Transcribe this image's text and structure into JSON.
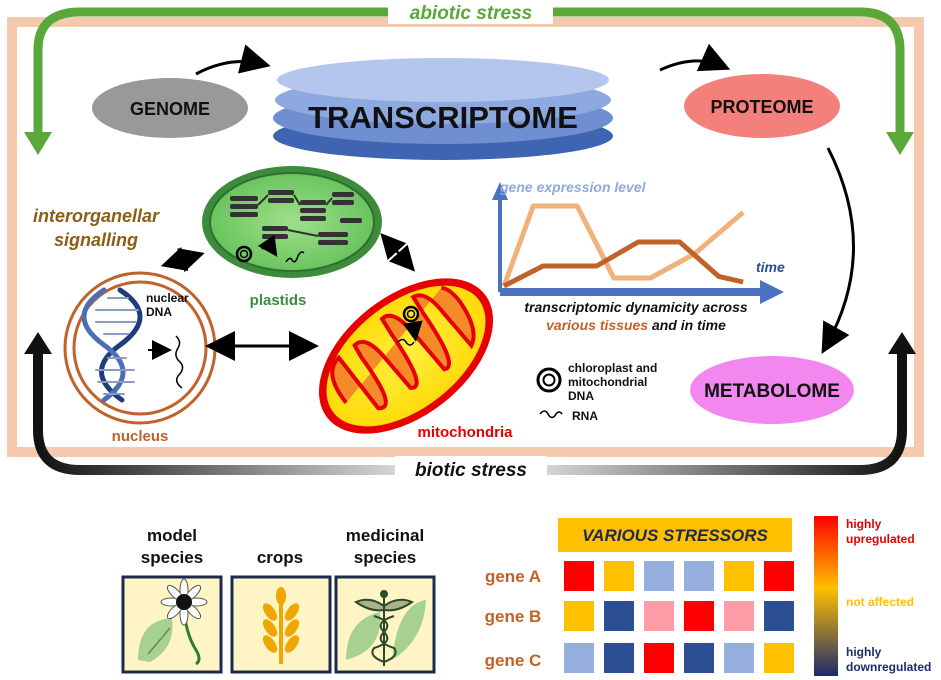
{
  "stress": {
    "abiotic": "abiotic stress",
    "biotic": "biotic stress"
  },
  "omics": {
    "genome": "GENOME",
    "transcriptome": "TRANSCRIPTOME",
    "proteome": "PROTEOME",
    "metabolome": "METABOLOME"
  },
  "signalling": {
    "line1": "interorganellar",
    "line2": "signalling"
  },
  "organelles": {
    "plastids": "plastids",
    "nucleus": "nucleus",
    "mitochondria": "mitochondria",
    "nuclear_line1": "nuclear",
    "nuclear_line2": "DNA"
  },
  "legend": {
    "dna_line1": "chloroplast and",
    "dna_line2": "mitochondrial",
    "dna_line3": "DNA",
    "rna": "RNA"
  },
  "expression_chart": {
    "y_label": "gene expression level",
    "x_label": "time",
    "caption_part1": "transcriptomic dynamicity across",
    "caption_highlight": "various tissues",
    "caption_part2": " and in time",
    "series": [
      {
        "color": "#f0b27a",
        "points": [
          [
            0,
            0
          ],
          [
            0.12,
            1
          ],
          [
            0.3,
            1
          ],
          [
            0.45,
            0.1
          ],
          [
            0.6,
            0.1
          ],
          [
            0.78,
            0.4
          ],
          [
            0.98,
            0.92
          ]
        ]
      },
      {
        "color": "#c0622a",
        "points": [
          [
            0,
            0
          ],
          [
            0.16,
            0.25
          ],
          [
            0.38,
            0.25
          ],
          [
            0.55,
            0.55
          ],
          [
            0.72,
            0.55
          ],
          [
            0.88,
            0.12
          ],
          [
            0.98,
            0.05
          ]
        ]
      }
    ]
  },
  "species": [
    {
      "label_line1": "model",
      "label_line2": "species"
    },
    {
      "label_line1": "crops",
      "label_line2": ""
    },
    {
      "label_line1": "medicinal",
      "label_line2": "species"
    }
  ],
  "stressors": {
    "title": "VARIOUS STRESSORS",
    "genes": [
      {
        "name": "gene A",
        "cells": [
          "#ff0000",
          "#ffc000",
          "#95aede",
          "#95aede",
          "#ffc000",
          "#ff0000"
        ]
      },
      {
        "name": "gene B",
        "cells": [
          "#ffc000",
          "#2c4e93",
          "#ff9da6",
          "#ff0000",
          "#ff9da6",
          "#2c4e93"
        ]
      },
      {
        "name": "gene C",
        "cells": [
          "#95aede",
          "#2c4e93",
          "#ff0000",
          "#2c4e93",
          "#95aede",
          "#ffc000"
        ]
      }
    ],
    "scale_high_line1": "highly",
    "scale_high_line2": "upregulated",
    "scale_mid": "not affected",
    "scale_low_line1": "highly",
    "scale_low_line2": "downregulated"
  },
  "colors": {
    "frame": "#f5c9ad",
    "abiotic": "#5aa83a",
    "biotic": "#111111",
    "genome": "#999999",
    "proteome": "#f4807c",
    "metabolome": "#f287f0",
    "transcriptome_dark": "#3f65b2",
    "transcriptome_mid": "#6f8fd1",
    "transcriptome_light": "#b5c6ee",
    "signalling": "#8a6014",
    "plastids": "#3c8c3c",
    "nucleus": "#c0622a",
    "mitochondria": "#e60000",
    "chart_axis": "#4a72c0",
    "stressor_title_bg": "#ffc000"
  }
}
